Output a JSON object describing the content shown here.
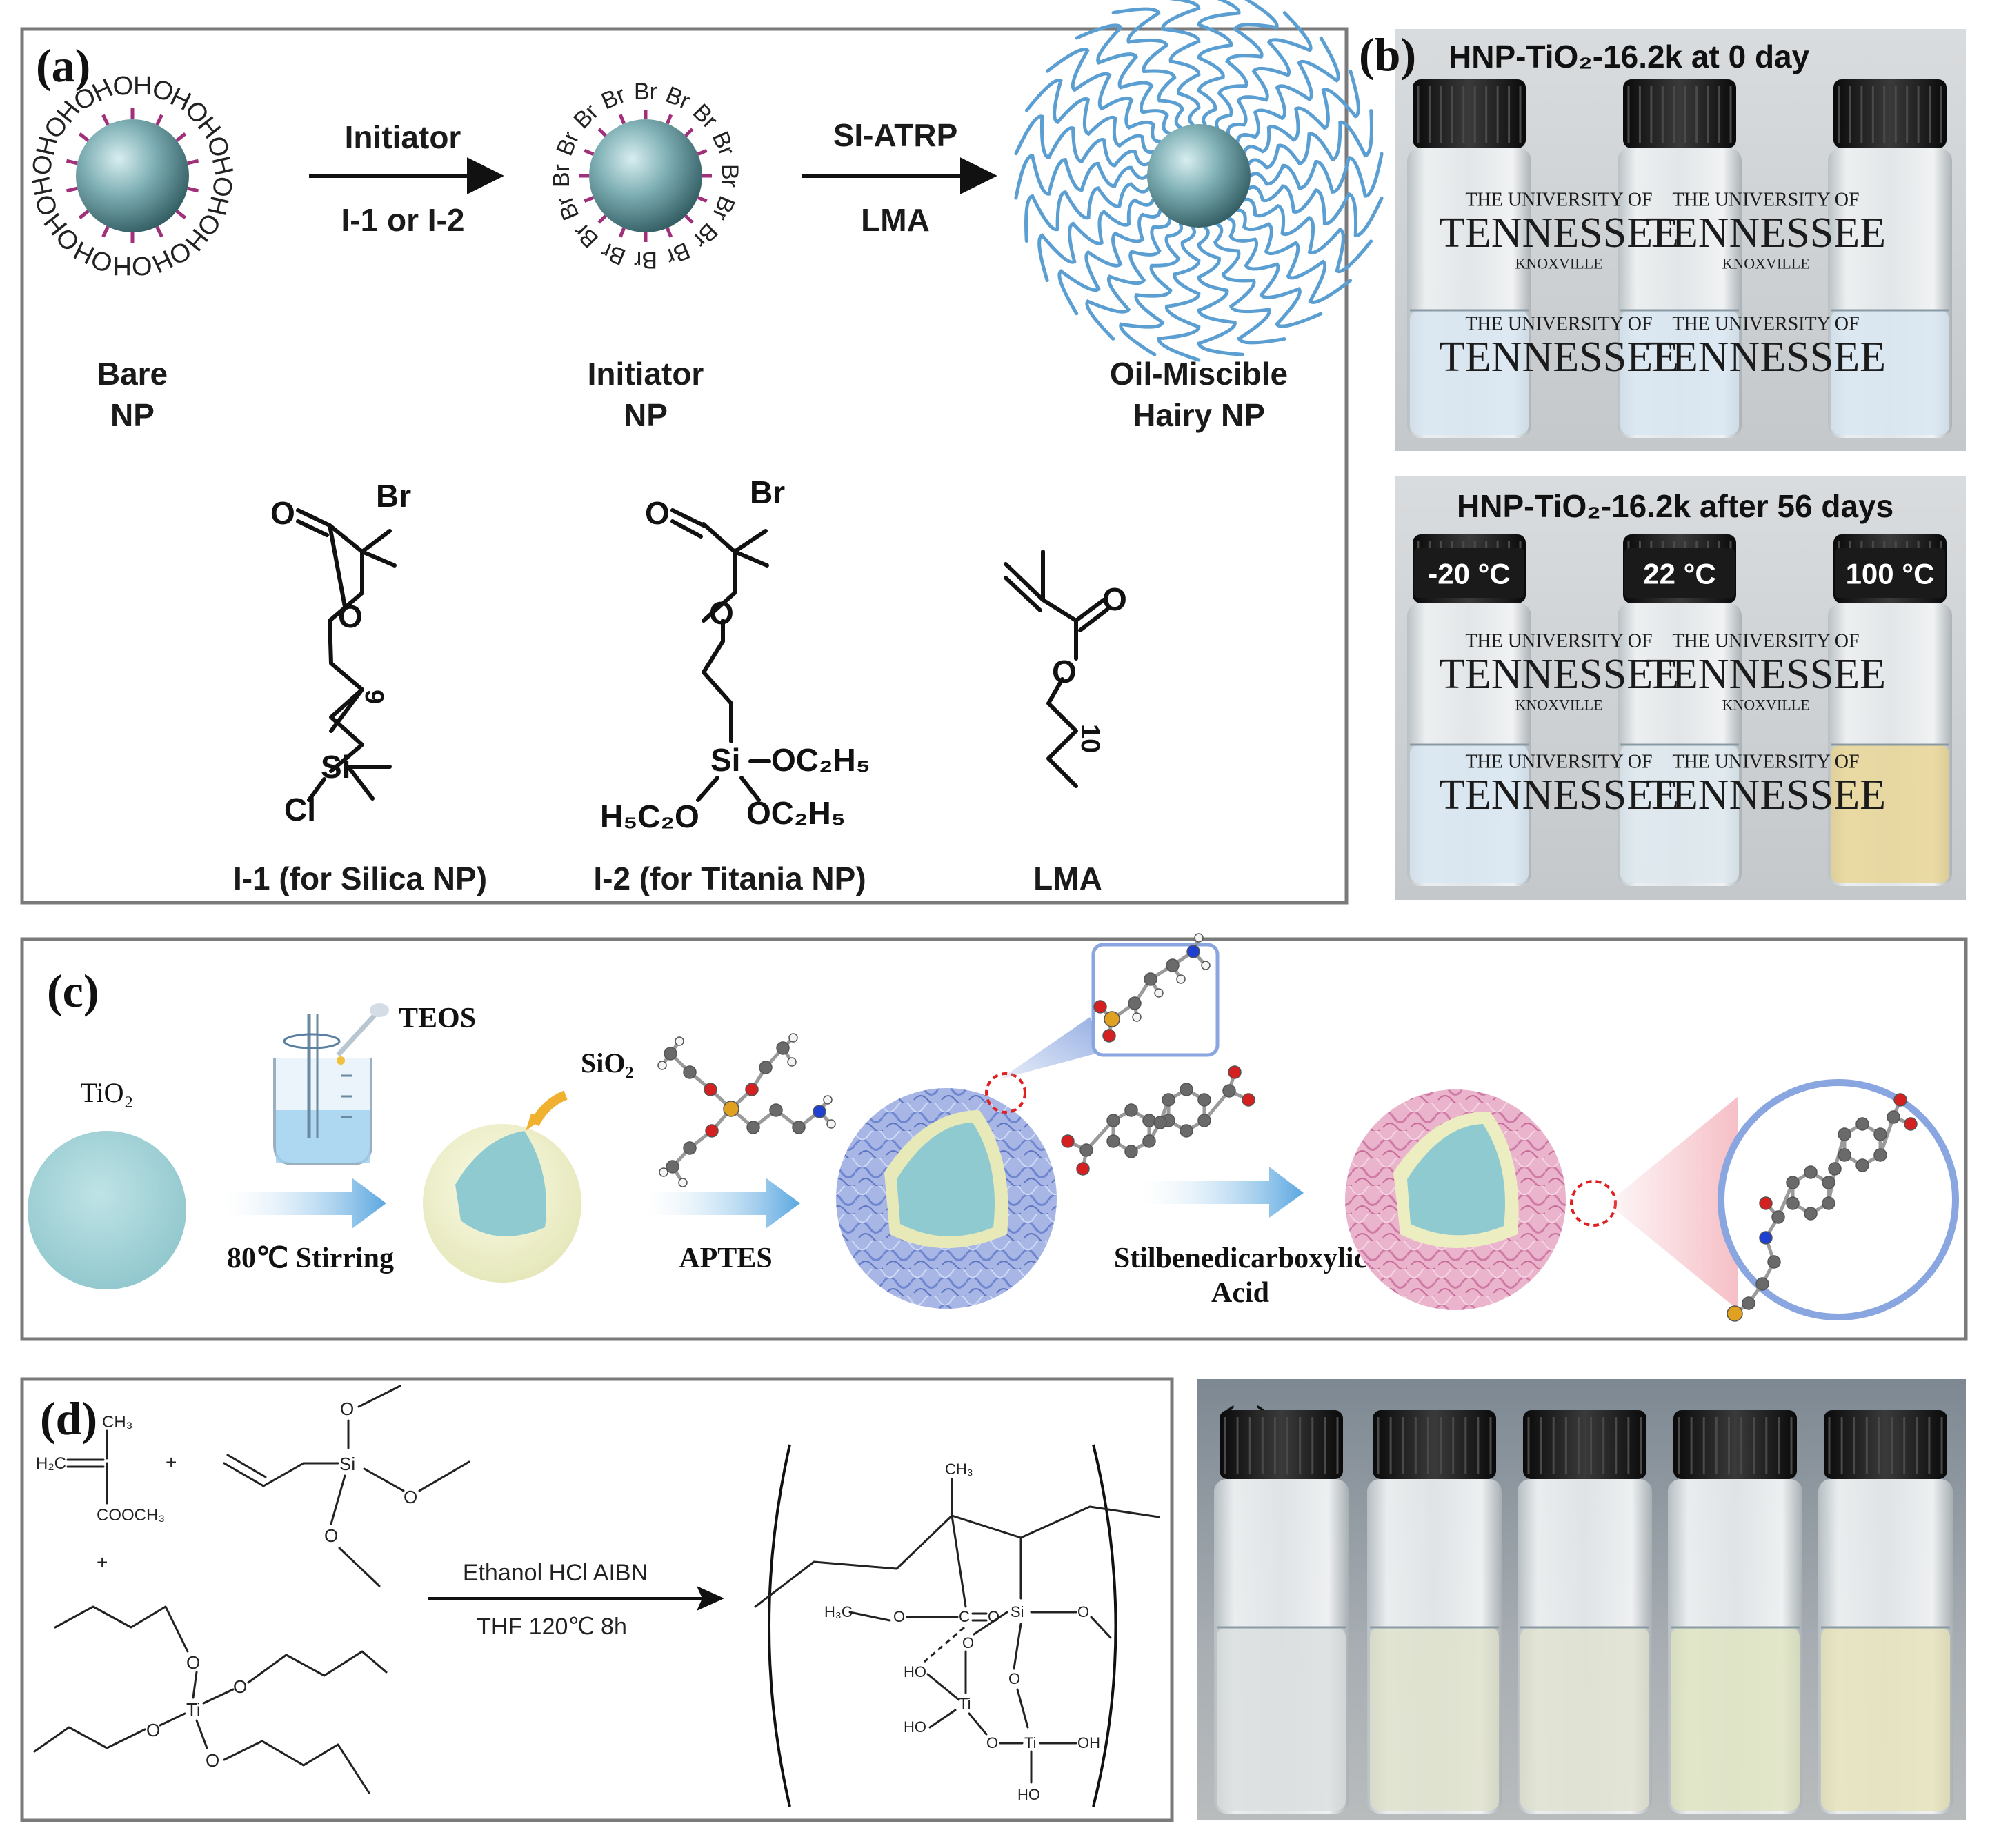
{
  "panel_labels": {
    "a": "(a)",
    "b": "(b)",
    "c": "(c)",
    "d": "(d)",
    "e": "(e)"
  },
  "panel_a": {
    "arrow1_top": "Initiator",
    "arrow1_bottom": "I-1 or I-2",
    "arrow2_top": "SI-ATRP",
    "arrow2_bottom": "LMA",
    "np1_line1": "Bare",
    "np1_line2": "NP",
    "np2_line1": "Initiator",
    "np2_line2": "NP",
    "np3_line1": "Oil-Miscible",
    "np3_line2": "Hairy NP",
    "oh": "OH",
    "br": "Br",
    "struct1_caption": "I-1 (for Silica NP)",
    "struct2_caption": "I-2 (for Titania NP)",
    "struct3_caption": "LMA",
    "atom_br": "Br",
    "atom_o": "O",
    "atom_si": "Si",
    "atom_cl": "Cl",
    "sub_9": "9",
    "sub_10": "10",
    "oc2h5": "OC₂H₅",
    "h5c2o": "H₅C₂O"
  },
  "panel_b": {
    "top_title": "HNP-TiO₂-16.2k at 0 day",
    "bottom_title": "HNP-TiO₂-16.2k after 56 days",
    "temps": [
      "-20 °C",
      "22 °C",
      "100 °C"
    ],
    "label_line1": "THE UNIVERSITY OF",
    "label_line2": "TENNESSEE",
    "label_line3": "KNOXVILLE"
  },
  "panel_c": {
    "tio2": "TiO₂",
    "teos": "TEOS",
    "sio2": "SiO₂",
    "step1": "80℃  Stirring",
    "step2": "APTES",
    "step3_line1": "Stilbenedicarboxylic",
    "step3_line2": "Acid"
  },
  "panel_d": {
    "ch3": "CH₃",
    "h2c": "H₂C",
    "cooch3": "COOCH₃",
    "plus": "+",
    "si": "Si",
    "ti": "Ti",
    "o": "O",
    "ho": "HO",
    "oh": "OH",
    "h3c": "H₃C",
    "c": "C",
    "conditions_top": "Ethanol HCl AIBN",
    "conditions_bottom": "THF  120℃  8h"
  },
  "colors": {
    "np_core": "#6b9aa0",
    "hairy_blue": "#5b9fd2",
    "bromine_pink": "#a0307a",
    "badge_bg": "#1a1a1a",
    "yellow_liquid": "#e8d28a",
    "pink_shell": "#e8a8c8",
    "blue_shell": "#9aaee0"
  }
}
